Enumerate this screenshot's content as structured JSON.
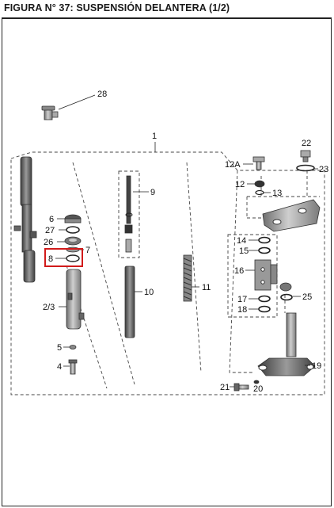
{
  "header": {
    "title": "FIGURA N° 37: SUSPENSIÓN DELANTERA (1/2)"
  },
  "colors": {
    "highlight": "#d11a1a",
    "part_fill": "#9a9a9a",
    "part_dark": "#555555"
  },
  "labels": {
    "p1": "1",
    "p2_3": "2/3",
    "p4": "4",
    "p5": "5",
    "p6": "6",
    "p7": "7",
    "p8": "8",
    "p9": "9",
    "p10": "10",
    "p11": "11",
    "p12": "12",
    "p12a": "12A",
    "p13": "13",
    "p14": "14",
    "p15": "15",
    "p16": "16",
    "p17": "17",
    "p18": "18",
    "p19": "19",
    "p20": "20",
    "p21": "21",
    "p22": "22",
    "p23": "23",
    "p25": "25",
    "p26": "26",
    "p27": "27",
    "p28": "28"
  },
  "highlighted_part": "8"
}
